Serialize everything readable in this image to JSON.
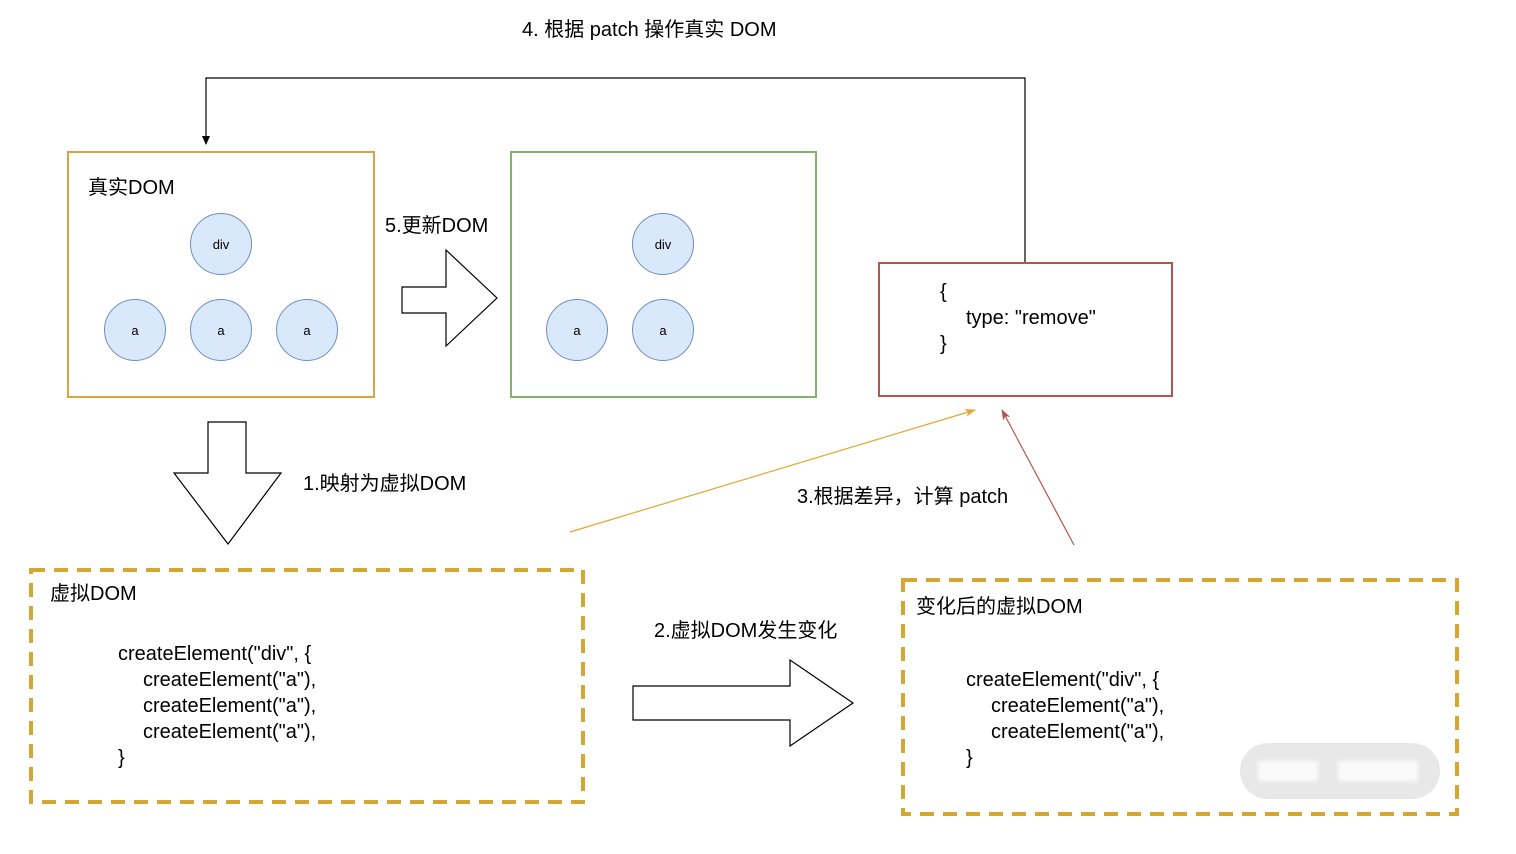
{
  "top_label": "4. 根据 patch 操作真实 DOM",
  "real_dom": {
    "title": "真实DOM",
    "nodes": [
      "div",
      "a",
      "a",
      "a"
    ]
  },
  "update_label": "5.更新DOM",
  "updated_dom": {
    "nodes": [
      "div",
      "a",
      "a"
    ]
  },
  "patch": {
    "open": "{",
    "body": "type: \"remove\"",
    "close": "}"
  },
  "map_label": "1.映射为虚拟DOM",
  "vdom": {
    "title": "虚拟DOM",
    "root_open": "createElement(\"div\", {",
    "children": [
      "createElement(\"a\"),",
      "createElement(\"a\"),",
      "createElement(\"a\"),"
    ],
    "root_close": "}"
  },
  "change_label": "2.虚拟DOM发生变化",
  "vdom_changed": {
    "title": "变化后的虚拟DOM",
    "root_open": "createElement(\"div\", {",
    "children": [
      "createElement(\"a\"),",
      "createElement(\"a\"),"
    ],
    "root_close": "}"
  },
  "diff_label": "3.根据差异，计算 patch",
  "colors": {
    "real_dom_border": "#d9a441",
    "updated_dom_border": "#82b366",
    "patch_border": "#b85450",
    "vdom_border": "#d6a730",
    "node_fill": "#dae8fc",
    "node_stroke": "#6c8ebf",
    "orange_link": "#e0a830",
    "red_link": "#b85450"
  }
}
